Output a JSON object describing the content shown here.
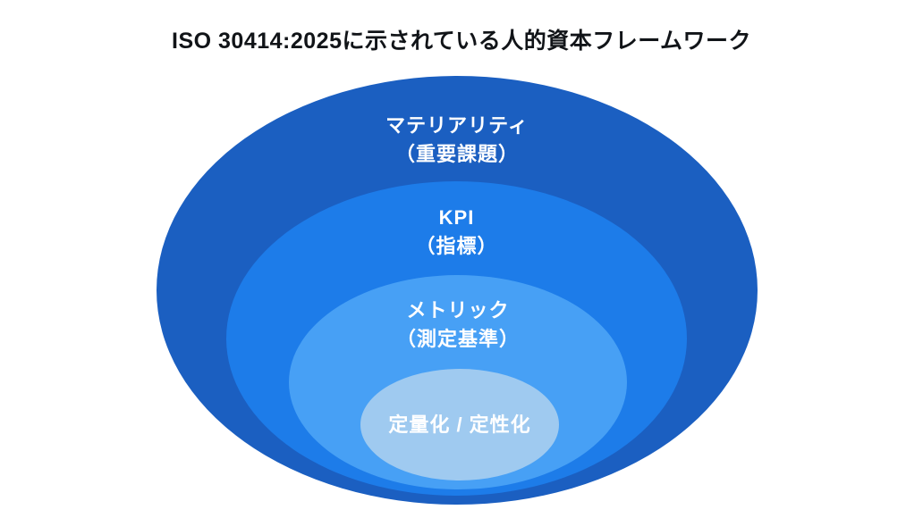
{
  "title": "ISO 30414:2025に示されている人的資本フレームワーク",
  "colors": {
    "background": "#ffffff",
    "title_text": "#111418",
    "label_text": "#ffffff",
    "level1": "#1b5fc1",
    "level2": "#1d7ce9",
    "level3": "#47a0f5",
    "level4": "#9fcaf0"
  },
  "levels": [
    {
      "id": "materiality",
      "line1": "マテリアリティ",
      "line2": "（重要課題）",
      "color": "#1b5fc1"
    },
    {
      "id": "kpi",
      "line1": "KPI",
      "line2": "（指標）",
      "color": "#1d7ce9"
    },
    {
      "id": "metrics",
      "line1": "メトリック",
      "line2": "（測定基準）",
      "color": "#47a0f5"
    },
    {
      "id": "quantification",
      "line1": "定量化 / 定性化",
      "line2": "",
      "color": "#9fcaf0"
    }
  ]
}
